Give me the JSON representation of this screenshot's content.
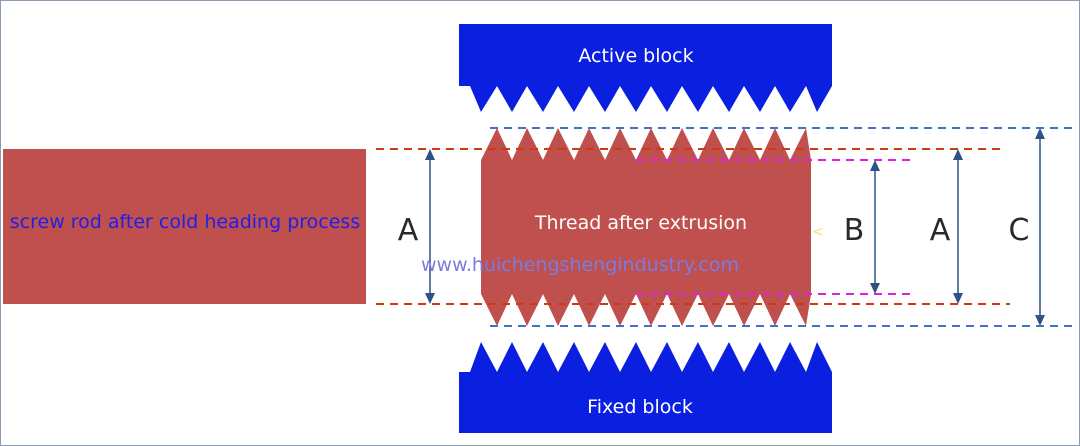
{
  "labels": {
    "active_block": "Active block",
    "fixed_block": "Fixed block",
    "screw_rod": "screw rod after cold heading process",
    "thread": "Thread after extrusion",
    "watermark": "www.huichengshengindustry.com",
    "dim_a_left": "A",
    "dim_b": "B",
    "dim_a_right": "A",
    "dim_c": "C"
  },
  "colors": {
    "block_blue": "#0a1fe0",
    "rod_red": "#c0504d",
    "dim_arrow": "#2f5286",
    "line_red": "#d03a10",
    "line_blue": "#4472c4",
    "line_magenta": "#e020e0",
    "rod_text": "#1f1fe6",
    "watermark_text": "#7b7be0",
    "white_text": "#ffffff"
  }
}
